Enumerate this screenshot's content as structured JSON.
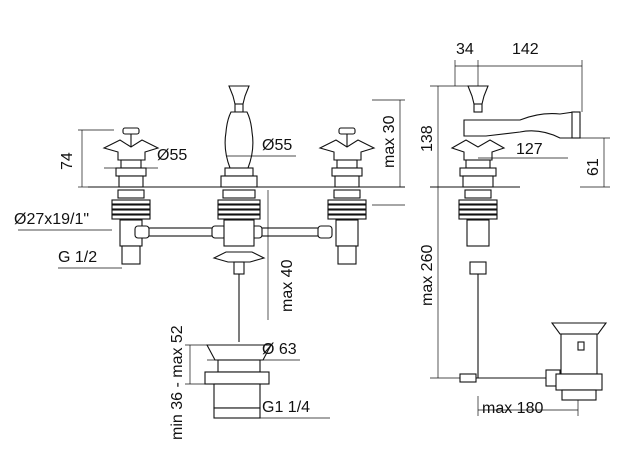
{
  "labels": {
    "d55_left": "Ø55",
    "d55_right": "Ø55",
    "d27": "Ø27x19/1\"",
    "g12": "G 1/2",
    "v74": "74",
    "max30": "max 30",
    "max40": "max 40",
    "minmax": "min 36 - max 52",
    "d63": "Ø 63",
    "g114": "G1 1/4",
    "s34": "34",
    "s142": "142",
    "s138": "138",
    "s127": "127",
    "s61": "61",
    "max260": "max 260",
    "max180": "max 180"
  }
}
